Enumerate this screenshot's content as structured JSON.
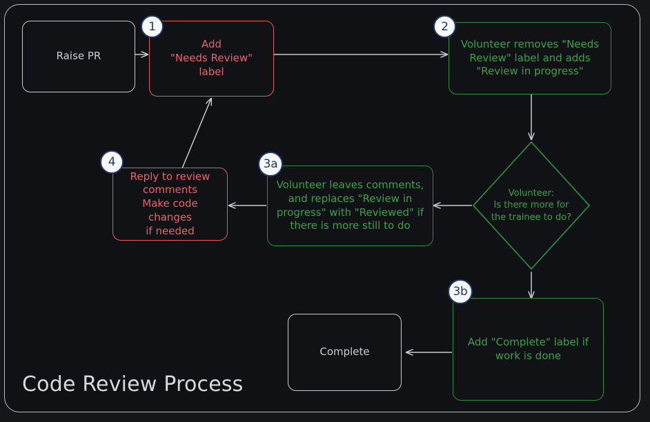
{
  "diagram": {
    "title": "Code Review Process",
    "colors": {
      "background": "#15161a",
      "panel": "#101114",
      "frame_border": "#b8bcc4",
      "neutral": "#c9ccd2",
      "red": "#e8636b",
      "red_border": "#e05b62",
      "green": "#39a14b",
      "green_border": "#2f8a3d",
      "badge_fill": "#f7f9fc",
      "badge_stroke": "#1f3a6e",
      "arrow": "#c9ccd2"
    },
    "nodes": [
      {
        "id": "raise-pr",
        "label": "Raise PR",
        "shape": "rounded-rect",
        "style": "plain"
      },
      {
        "id": "add-label",
        "label": "Add\n\"Needs Review\"\nlabel",
        "shape": "rounded-rect",
        "style": "red",
        "badge": "1"
      },
      {
        "id": "volunteer-picks-up",
        "label": "Volunteer removes \"Needs\nReview\" label and adds\n\"Review in progress\"",
        "shape": "rounded-rect",
        "style": "green",
        "badge": "2"
      },
      {
        "id": "decision",
        "label": "Volunteer:\nIs there more for\nthe trainee to do?",
        "shape": "diamond",
        "style": "green"
      },
      {
        "id": "leaves-comments",
        "label": "Volunteer leaves comments,\nand replaces \"Review in\nprogress\" with \"Reviewed\" if\nthere is more still to do",
        "shape": "rounded-rect",
        "style": "green",
        "badge": "3a"
      },
      {
        "id": "reply-to-comments",
        "label": "Reply to review\ncomments\nMake code changes\nif needed",
        "shape": "rounded-rect",
        "style": "red",
        "badge": "4"
      },
      {
        "id": "add-complete-label",
        "label": "Add \"Complete\" label if\nwork is done",
        "shape": "rounded-rect",
        "style": "green",
        "badge": "3b"
      },
      {
        "id": "complete",
        "label": "Complete",
        "shape": "rounded-rect",
        "style": "plain"
      }
    ],
    "badges": [
      {
        "id": "badge-1",
        "text": "1"
      },
      {
        "id": "badge-2",
        "text": "2"
      },
      {
        "id": "badge-3a",
        "text": "3a"
      },
      {
        "id": "badge-3b",
        "text": "3b"
      },
      {
        "id": "badge-4",
        "text": "4"
      }
    ],
    "edges": [
      {
        "from": "raise-pr",
        "to": "add-label",
        "label": ""
      },
      {
        "from": "add-label",
        "to": "volunteer-picks-up",
        "label": ""
      },
      {
        "from": "volunteer-picks-up",
        "to": "decision",
        "label": ""
      },
      {
        "from": "decision",
        "to": "leaves-comments",
        "label": ""
      },
      {
        "from": "leaves-comments",
        "to": "reply-to-comments",
        "label": ""
      },
      {
        "from": "reply-to-comments",
        "to": "add-label",
        "label": ""
      },
      {
        "from": "decision",
        "to": "add-complete-label",
        "label": ""
      },
      {
        "from": "add-complete-label",
        "to": "complete",
        "label": ""
      }
    ]
  }
}
